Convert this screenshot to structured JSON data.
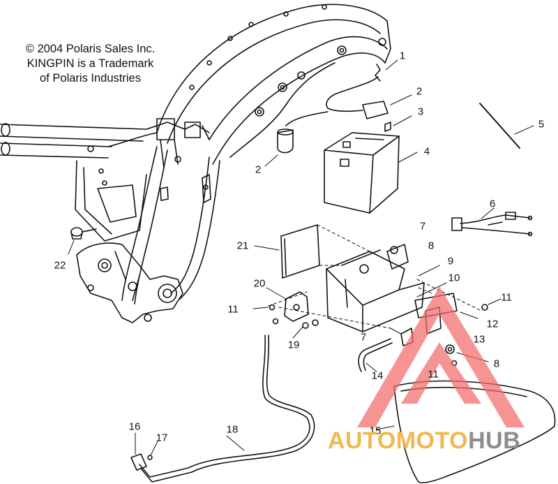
{
  "copyright": {
    "line1": "© 2004 Polaris Sales Inc.",
    "line2": "KINGPIN is a Trademark",
    "line3": "of Polaris Industries"
  },
  "callouts": [
    {
      "id": "1",
      "text": "1"
    },
    {
      "id": "2a",
      "text": "2"
    },
    {
      "id": "2b",
      "text": "2"
    },
    {
      "id": "3",
      "text": "3"
    },
    {
      "id": "4",
      "text": "4"
    },
    {
      "id": "5",
      "text": "5"
    },
    {
      "id": "6",
      "text": "6"
    },
    {
      "id": "7a",
      "text": "7"
    },
    {
      "id": "7b",
      "text": "7"
    },
    {
      "id": "8a",
      "text": "8"
    },
    {
      "id": "8b",
      "text": "8"
    },
    {
      "id": "9",
      "text": "9"
    },
    {
      "id": "10",
      "text": "10"
    },
    {
      "id": "11a",
      "text": "11"
    },
    {
      "id": "11b",
      "text": "11"
    },
    {
      "id": "11c",
      "text": "11"
    },
    {
      "id": "12",
      "text": "12"
    },
    {
      "id": "13",
      "text": "13"
    },
    {
      "id": "14",
      "text": "14"
    },
    {
      "id": "15",
      "text": "15"
    },
    {
      "id": "16",
      "text": "16"
    },
    {
      "id": "17",
      "text": "17"
    },
    {
      "id": "18",
      "text": "18"
    },
    {
      "id": "19",
      "text": "19"
    },
    {
      "id": "20",
      "text": "20"
    },
    {
      "id": "21",
      "text": "21"
    },
    {
      "id": "22",
      "text": "22"
    }
  ],
  "watermark": {
    "auto": "AUTO",
    "moto": "MOTO",
    "hub": "HUB",
    "triangle_color": "#f26b6b",
    "gold": "#f0b84f",
    "gray": "#8d8d8d"
  }
}
